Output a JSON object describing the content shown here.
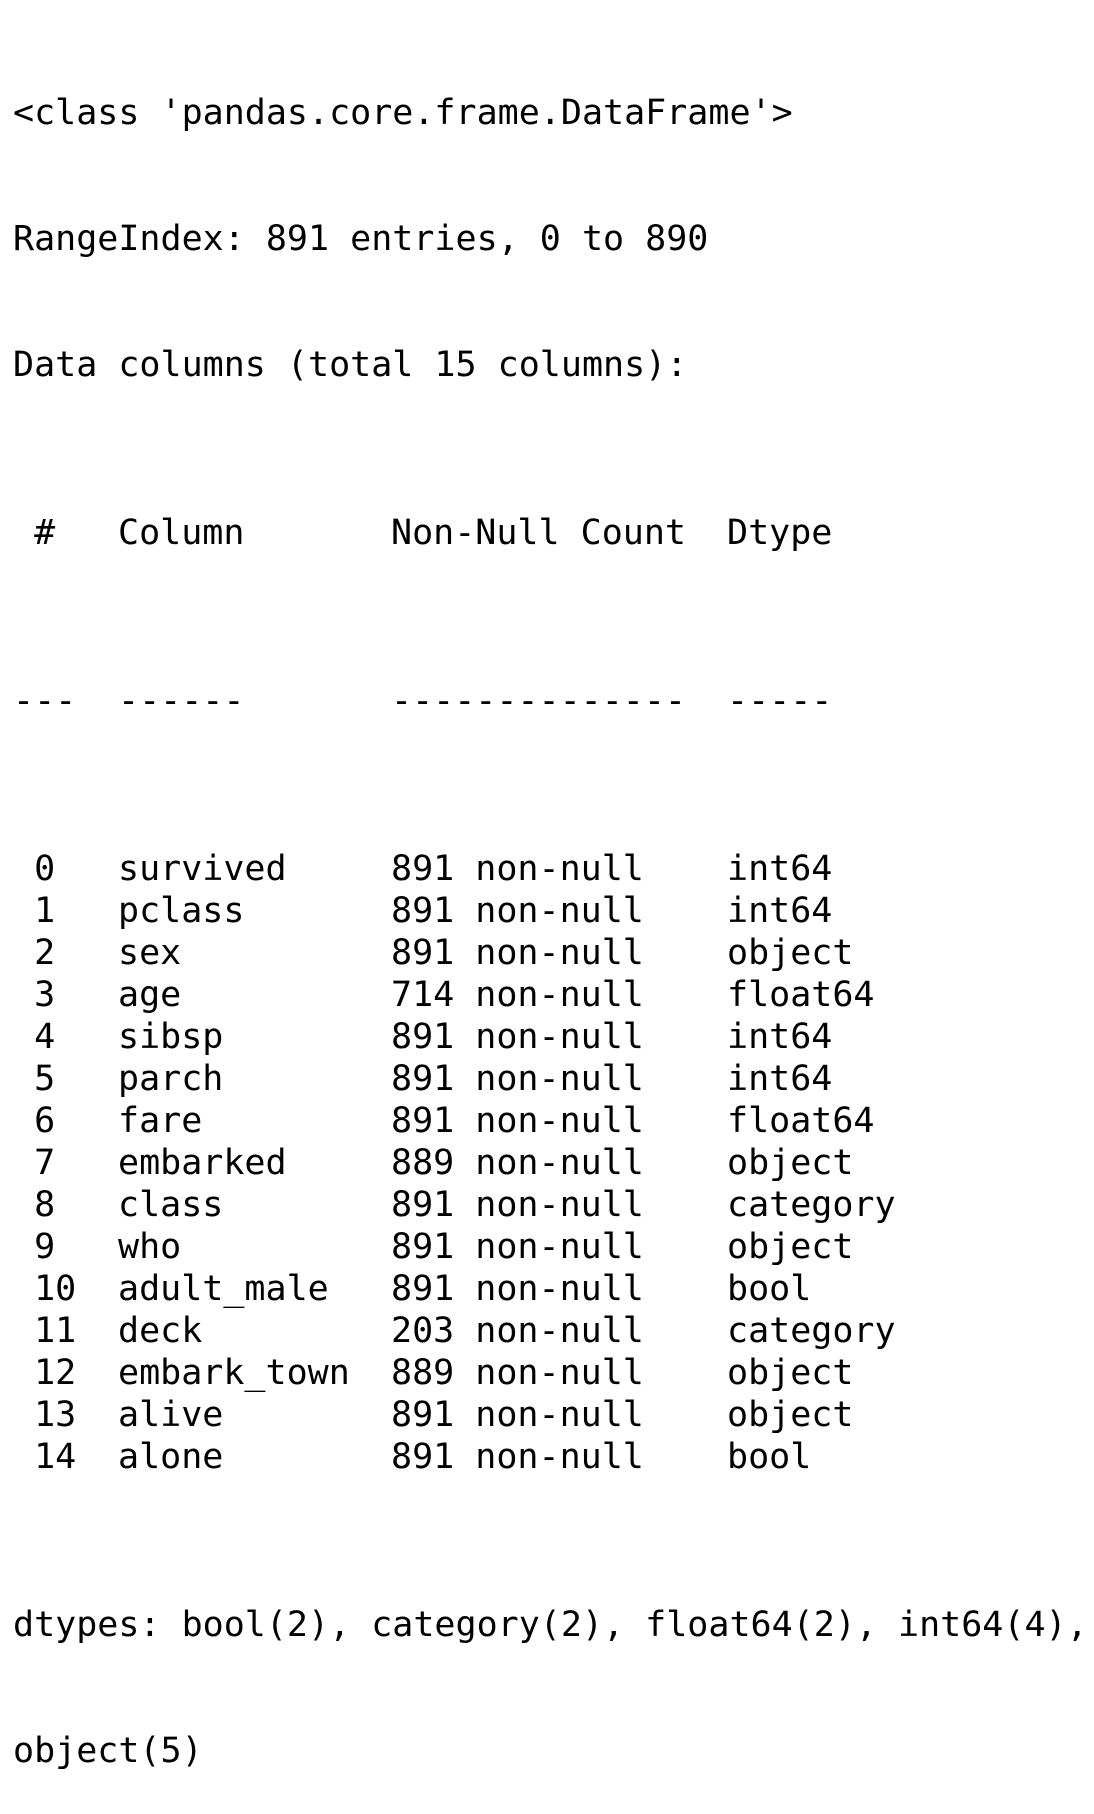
{
  "header": {
    "class_line": "<class 'pandas.core.frame.DataFrame'>",
    "range_line": "RangeIndex: 891 entries, 0 to 890",
    "columns_line": "Data columns (total 15 columns):"
  },
  "table": {
    "headers": [
      " #",
      "Column",
      "Non-Null Count",
      "Dtype"
    ],
    "separators": [
      "---",
      "------",
      "--------------",
      "-----"
    ],
    "rows": [
      [
        " 0",
        "survived",
        "891 non-null",
        "int64"
      ],
      [
        " 1",
        "pclass",
        "891 non-null",
        "int64"
      ],
      [
        " 2",
        "sex",
        "891 non-null",
        "object"
      ],
      [
        " 3",
        "age",
        "714 non-null",
        "float64"
      ],
      [
        " 4",
        "sibsp",
        "891 non-null",
        "int64"
      ],
      [
        " 5",
        "parch",
        "891 non-null",
        "int64"
      ],
      [
        " 6",
        "fare",
        "891 non-null",
        "float64"
      ],
      [
        " 7",
        "embarked",
        "889 non-null",
        "object"
      ],
      [
        " 8",
        "class",
        "891 non-null",
        "category"
      ],
      [
        " 9",
        "who",
        "891 non-null",
        "object"
      ],
      [
        " 10",
        "adult_male",
        "891 non-null",
        "bool"
      ],
      [
        " 11",
        "deck",
        "203 non-null",
        "category"
      ],
      [
        " 12",
        "embark_town",
        "889 non-null",
        "object"
      ],
      [
        " 13",
        "alive",
        "891 non-null",
        "object"
      ],
      [
        " 14",
        "alone",
        "891 non-null",
        "bool"
      ]
    ]
  },
  "footer": {
    "dtypes_line_1": "dtypes: bool(2), category(2), float64(2), int64(4),",
    "dtypes_line_2": "object(5)"
  }
}
